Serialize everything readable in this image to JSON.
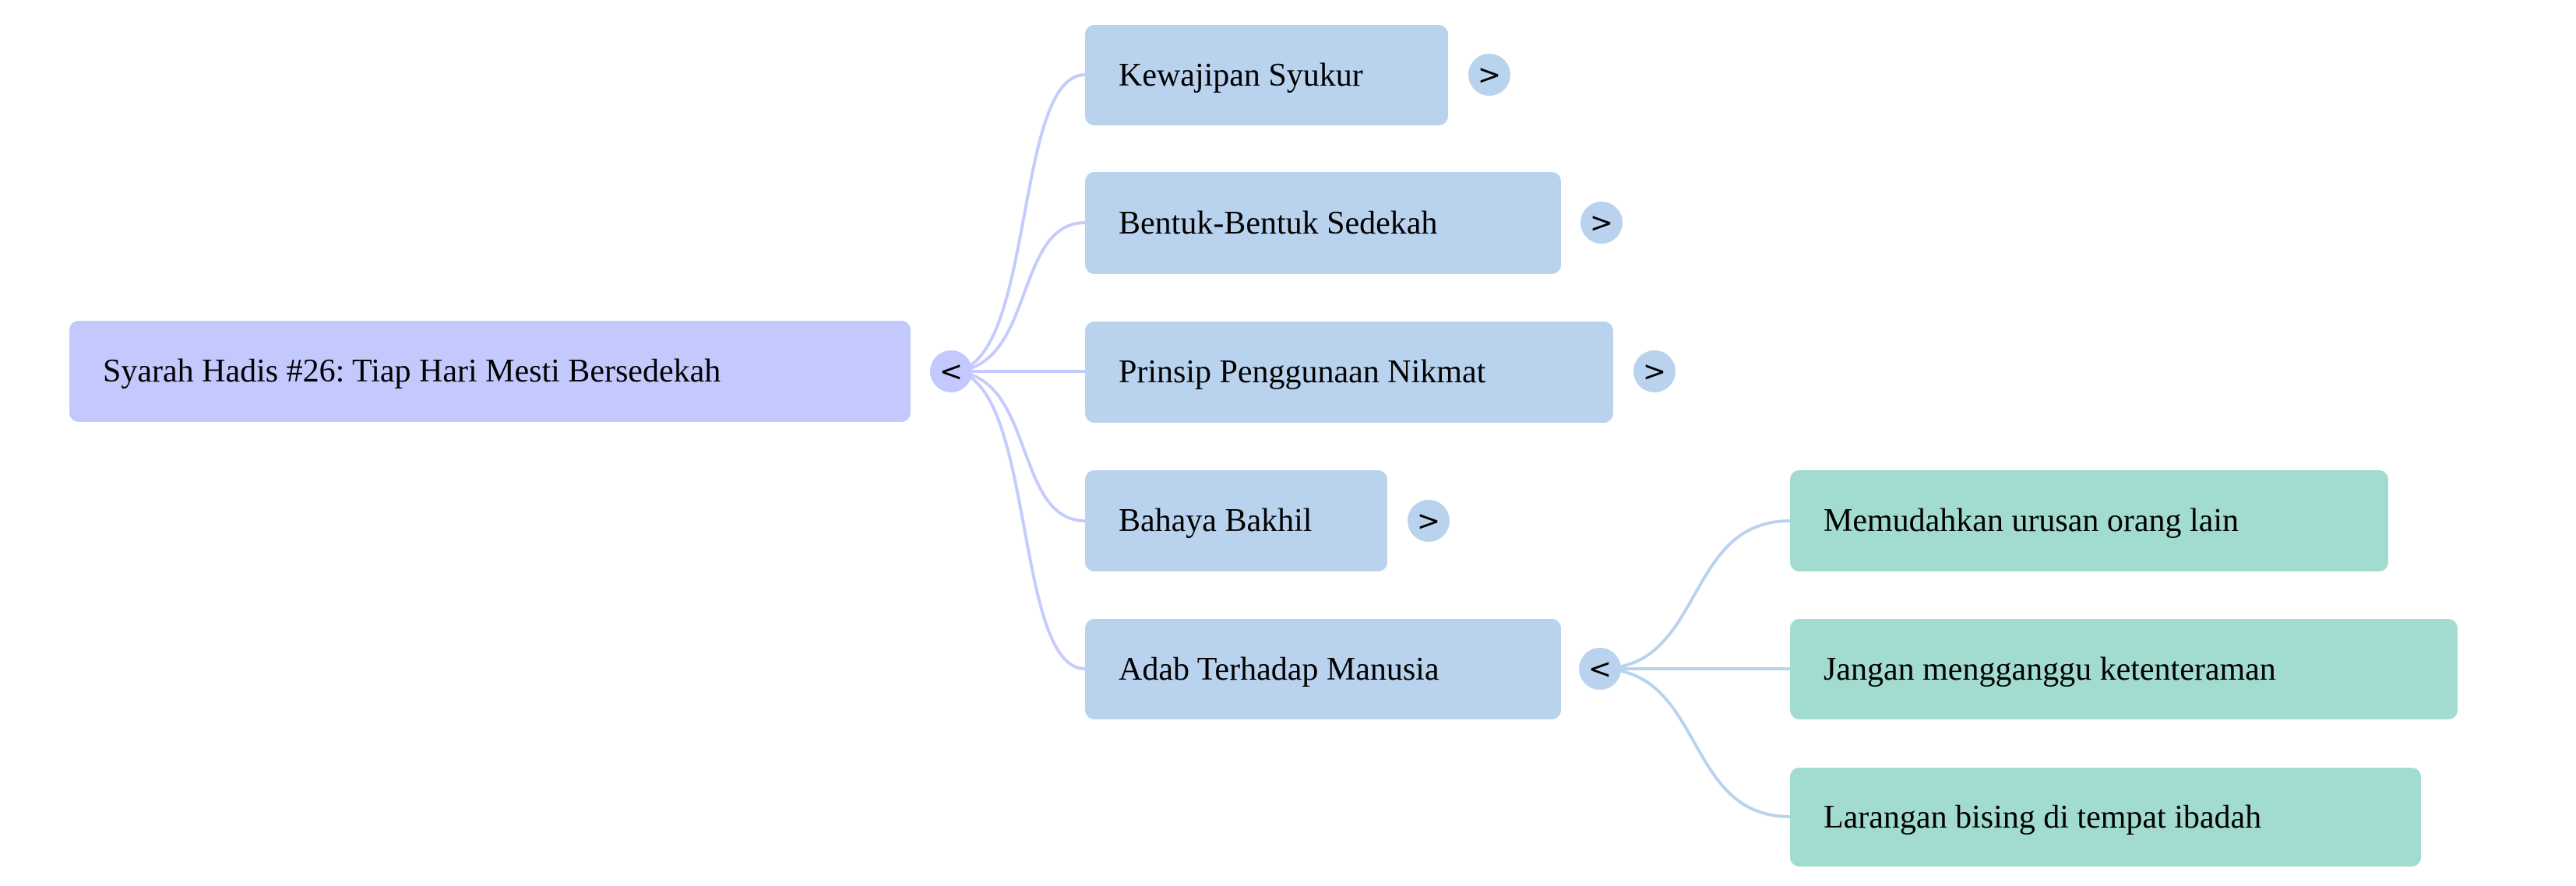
{
  "colors": {
    "root": "#c3c9fd",
    "level1": "#b9d3ee",
    "level2": "#a2dbd0"
  },
  "root": {
    "label": "Syarah Hadis #26: Tiap Hari Mesti Bersedekah",
    "toggle": "<"
  },
  "children": [
    {
      "label": "Kewajipan Syukur",
      "toggle": ">"
    },
    {
      "label": "Bentuk-Bentuk Sedekah",
      "toggle": ">"
    },
    {
      "label": "Prinsip Penggunaan Nikmat",
      "toggle": ">"
    },
    {
      "label": "Bahaya Bakhil",
      "toggle": ">"
    },
    {
      "label": "Adab Terhadap Manusia",
      "toggle": "<",
      "children": [
        {
          "label": "Memudahkan urusan orang lain"
        },
        {
          "label": "Jangan mengganggu ketenteraman"
        },
        {
          "label": "Larangan bising di tempat ibadah"
        }
      ]
    }
  ]
}
